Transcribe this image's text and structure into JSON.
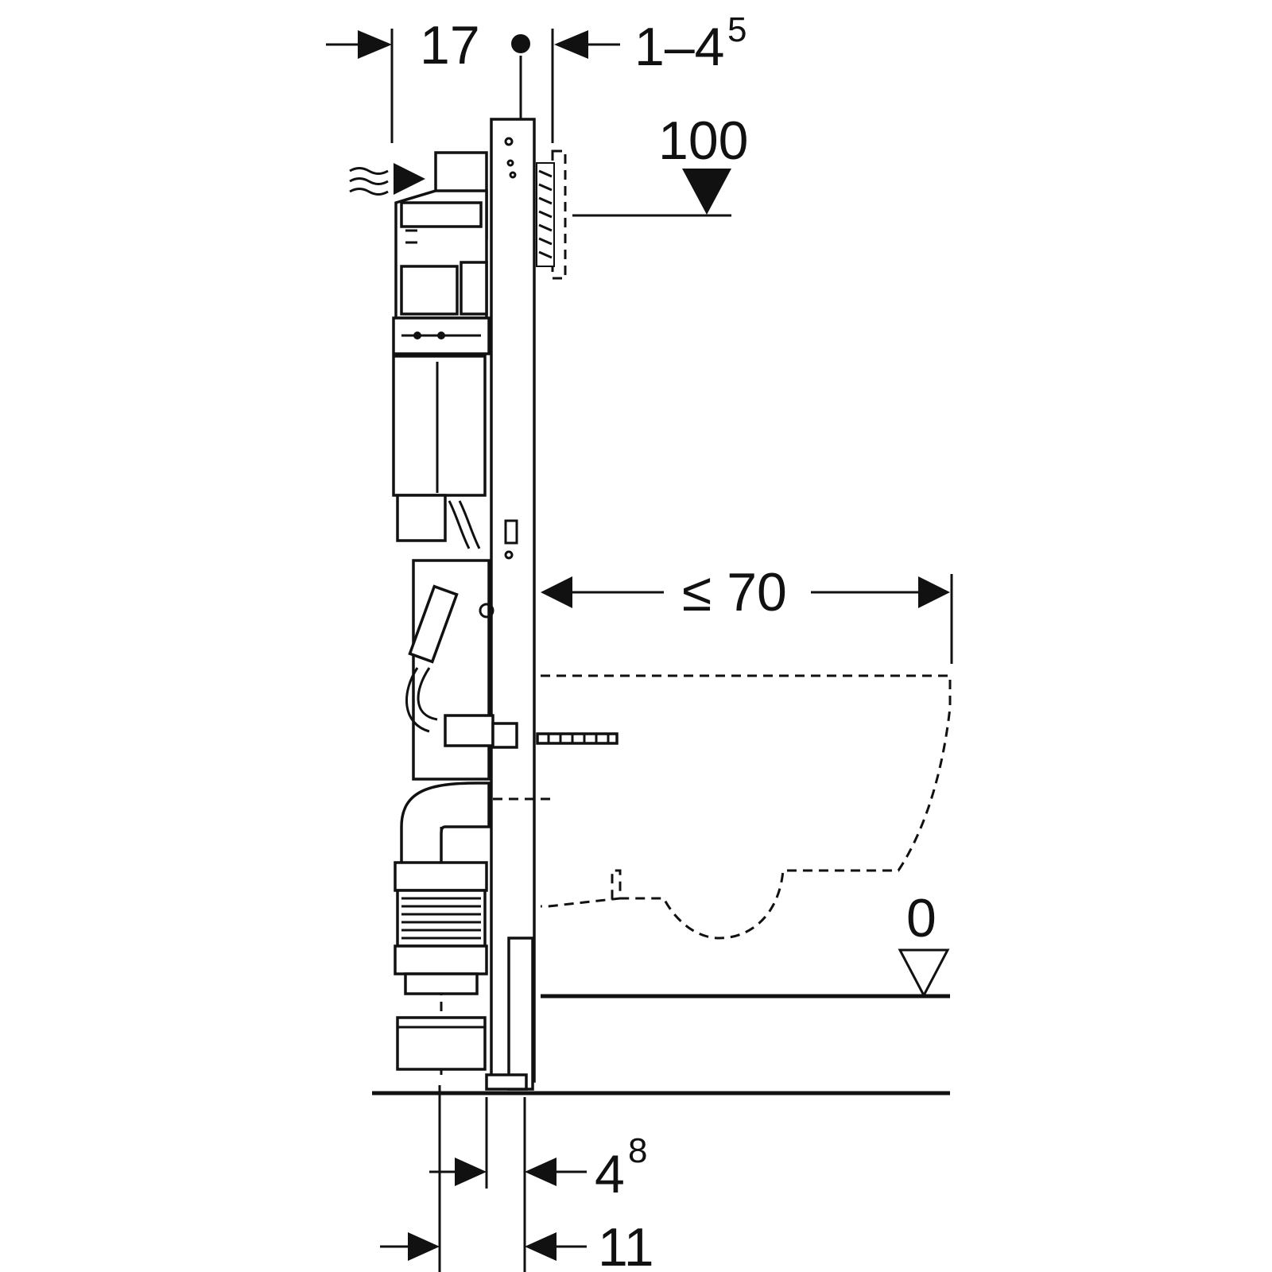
{
  "dimensions": {
    "depth_17": "17",
    "wall_gap_base": "1–4",
    "wall_gap_sup": "5",
    "height_100": "100",
    "projection": "≤ 70",
    "floor_zero": "0",
    "offset_4_base": "4",
    "offset_4_sup": "8",
    "offset_11": "11"
  }
}
